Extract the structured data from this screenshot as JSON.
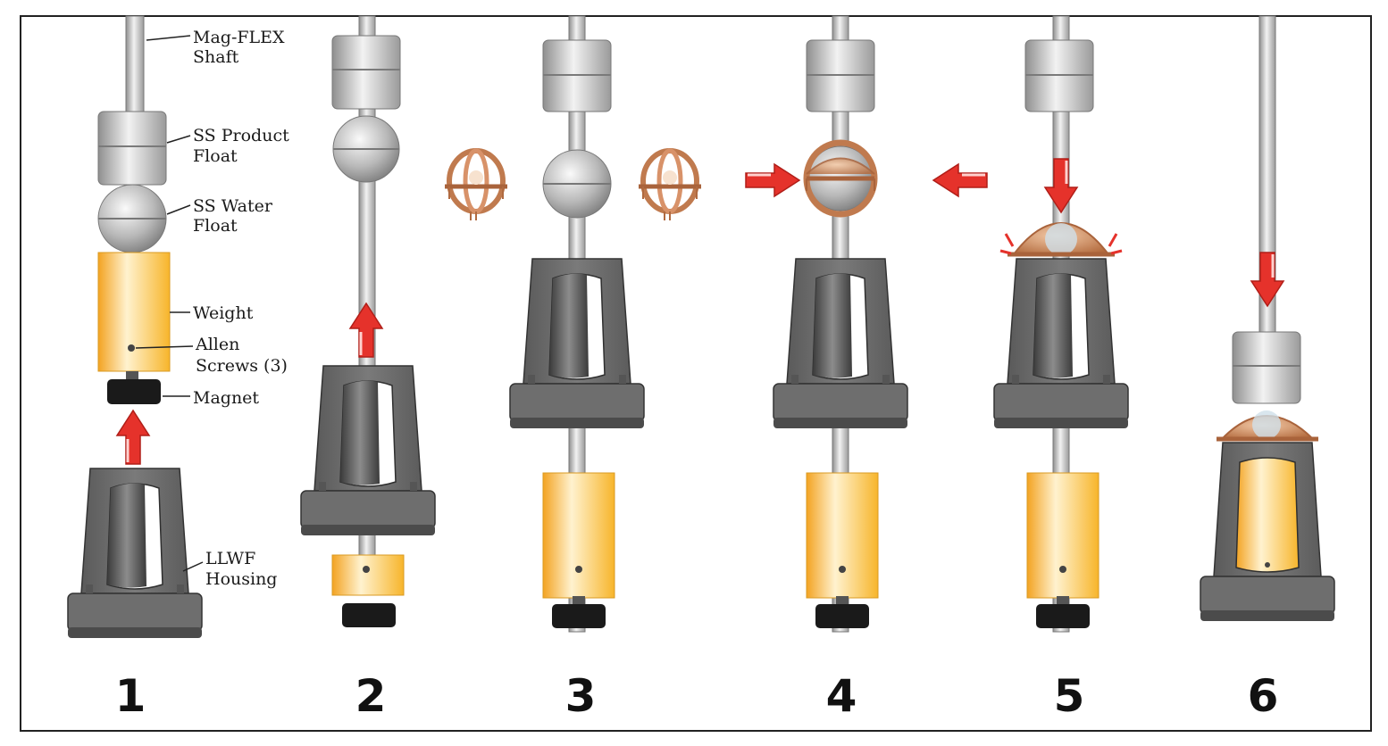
{
  "labels": {
    "shaft": [
      "Mag-FLEX",
      "Shaft"
    ],
    "product_float": [
      "SS Product",
      "Float"
    ],
    "water_float": [
      "SS Water",
      "Float"
    ],
    "weight": "Weight",
    "allen_screws": [
      "Allen",
      "Screws (3)"
    ],
    "magnet": "Magnet",
    "housing": [
      "LLWF",
      "Housing"
    ]
  },
  "steps": [
    "1",
    "2",
    "3",
    "4",
    "5",
    "6"
  ],
  "colors": {
    "steel": "#c8c8c8",
    "housing": "#6d6d6d",
    "weight": "#f6b733",
    "magnet": "#1a1a1a",
    "cage": "#c98659",
    "arrow": "#e5322b",
    "frame": "#222222"
  },
  "icons": {
    "up": "arrow-up-icon",
    "down": "arrow-down-icon",
    "left": "arrow-left-icon",
    "right": "arrow-right-icon"
  }
}
